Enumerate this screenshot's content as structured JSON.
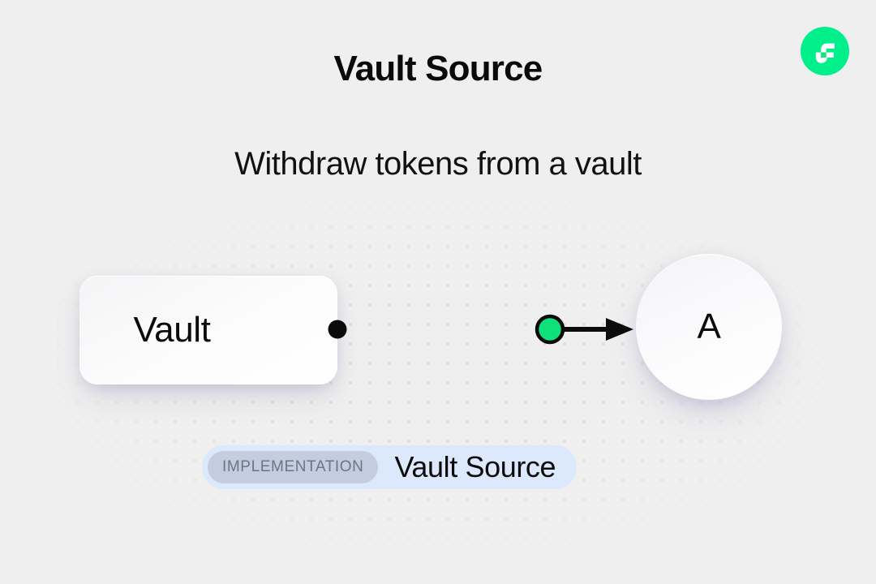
{
  "header": {
    "title": "Vault Source",
    "subtitle": "Withdraw tokens from a vault"
  },
  "logo": {
    "name": "flow-logo-icon",
    "background_color": "#00ef8b",
    "mark_color": "#ffffff"
  },
  "diagram": {
    "source_node": {
      "label": "Vault",
      "shape": "rounded-rectangle"
    },
    "target_node": {
      "label": "A",
      "shape": "circle"
    },
    "edge": {
      "source_handle_color": "#000000",
      "midpoint_handle_color": "#0ee07a",
      "line_color": "#000000",
      "arrow": "right"
    }
  },
  "footer_badge": {
    "tag": "IMPLEMENTATION",
    "name": "Vault Source",
    "background_color": "#dce8fb",
    "tag_background_color": "#c3cddf",
    "tag_text_color": "#6d7583"
  },
  "canvas": {
    "background_color": "#efefef",
    "dot_color": "#d8d8d8"
  }
}
